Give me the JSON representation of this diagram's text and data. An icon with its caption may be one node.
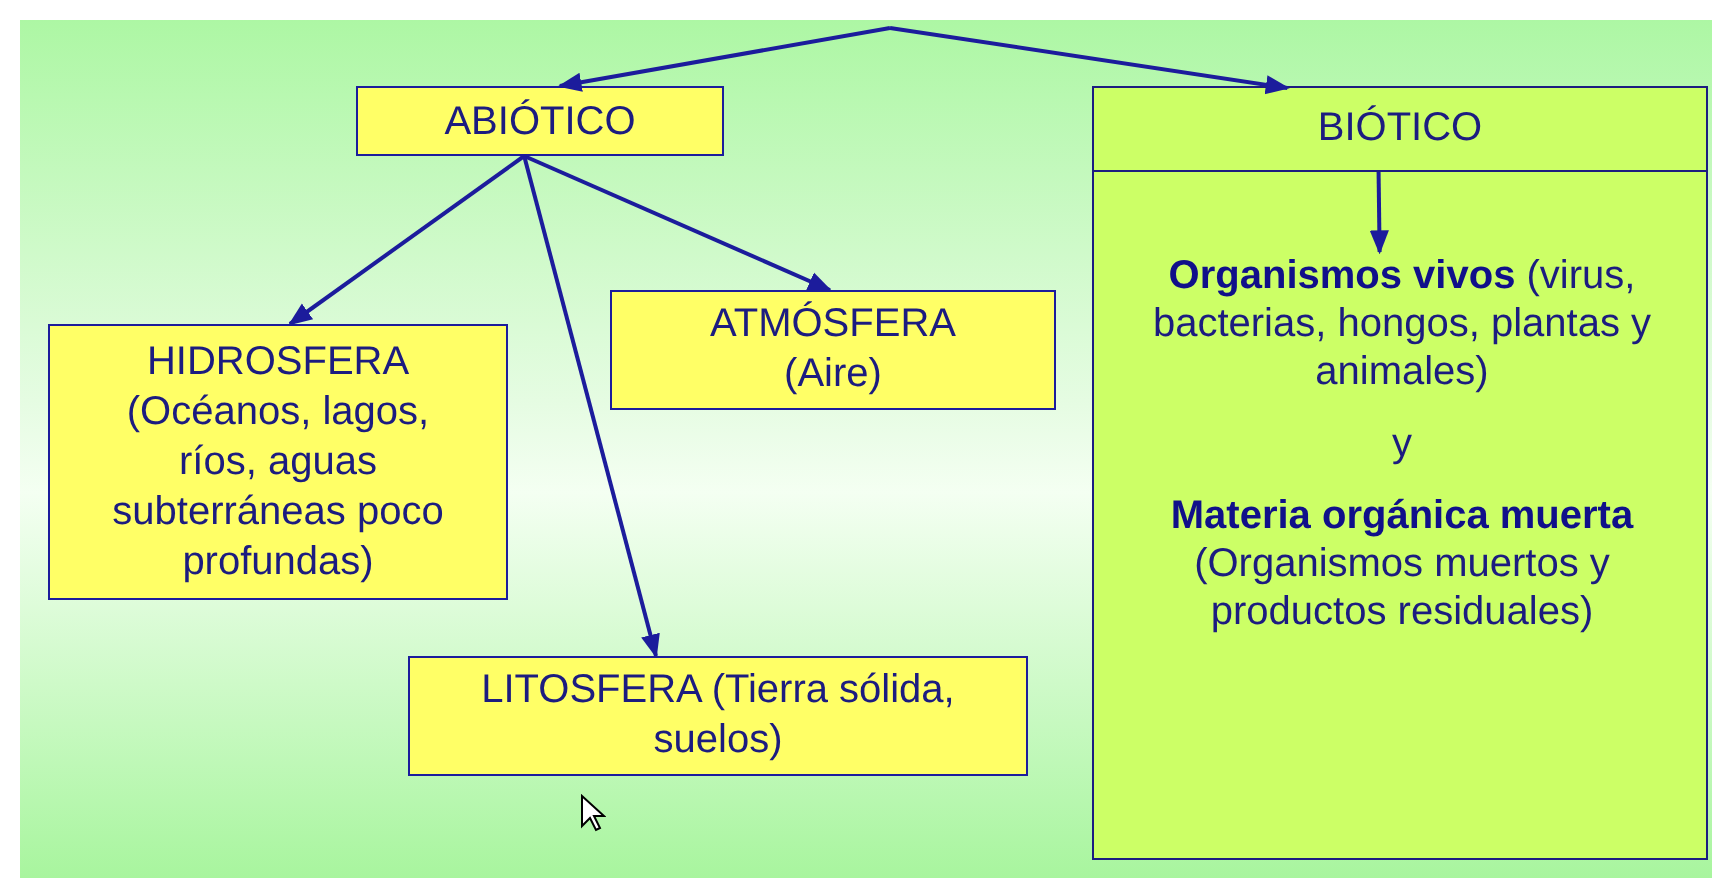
{
  "diagram": {
    "nodes": [
      {
        "text": [
          "ABIÓTICO"
        ]
      },
      {
        "text": [],
        "shape": "box"
      },
      {
        "text": [
          "BIÓTICO"
        ],
        "in": 1
      },
      {
        "text": [
          "HIDROSFERA (Océanos, lagos, ríos, aguas subterráneas poco profundas)"
        ]
      },
      {
        "text": [
          "ATMÓSFERA (Aire)"
        ]
      },
      {
        "text": [
          "LITOSFERA (Tierra sólida, suelos)"
        ]
      },
      {
        "text": [
          "**Organismos vivos** (virus, bacterias, hongos, plantas y animales)",
          "y",
          "**Materia orgánica muerta** (Organismos muertos y productos residuales)"
        ],
        "in": 1
      }
    ],
    "edges": [
      {
        "from": null,
        "to": 0,
        "arrow": "to"
      },
      {
        "from": null,
        "to": 2,
        "arrow": "to"
      },
      {
        "from": 0,
        "to": 3,
        "arrow": "to"
      },
      {
        "from": 0,
        "to": 4,
        "arrow": "to"
      },
      {
        "from": 0,
        "to": 5,
        "arrow": "to"
      },
      {
        "from": 2,
        "to": 6,
        "arrow": "to"
      }
    ]
  }
}
